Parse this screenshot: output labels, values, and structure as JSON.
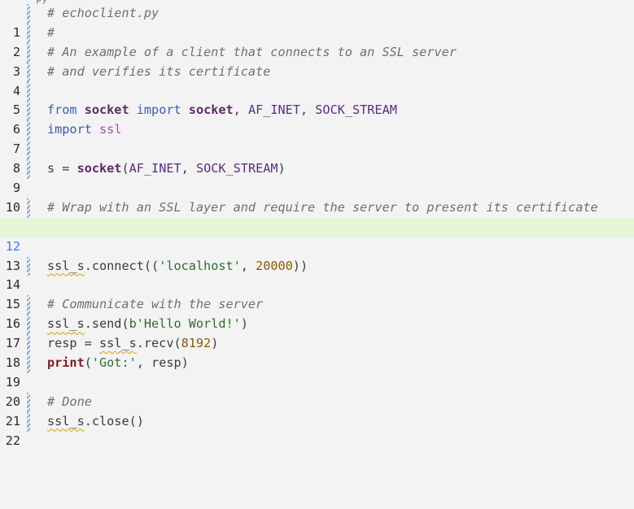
{
  "header": {
    "partial": "py"
  },
  "lines": [
    {
      "n": "1",
      "c": "# echoclient.py"
    },
    {
      "n": "2",
      "c": "#"
    },
    {
      "n": "3",
      "c": "# An example of a client that connects to an SSL server"
    },
    {
      "n": "4",
      "c": "# and verifies its certificate"
    },
    {
      "n": "5",
      "c": ""
    },
    {
      "n": "6",
      "kw1": "from",
      "mod": "socket",
      "kw2": "import",
      "fn": "socket",
      "c1": "AF_INET",
      "c2": "SOCK_STREAM"
    },
    {
      "n": "7",
      "kw": "import",
      "mod": "ssl"
    },
    {
      "n": "8",
      "c": ""
    },
    {
      "n": "9",
      "var": "s",
      "fn": "socket",
      "c1": "AF_INET",
      "c2": "SOCK_STREAM"
    },
    {
      "n": "10",
      "c": ""
    },
    {
      "n": "11",
      "c": "# Wrap with an SSL layer and require the server to present its certificate"
    },
    {
      "n": "12",
      "c": ""
    },
    {
      "n": "13",
      "c": ""
    },
    {
      "n": "14",
      "obj": "ssl_s",
      "meth": "connect",
      "str": "'localhost'",
      "num": "20000"
    },
    {
      "n": "15",
      "c": ""
    },
    {
      "n": "16",
      "c": "# Communicate with the server"
    },
    {
      "n": "17",
      "obj": "ssl_s",
      "meth": "send",
      "str": "b'Hello World!'"
    },
    {
      "n": "18",
      "var": "resp",
      "obj": "ssl_s",
      "meth": "recv",
      "num": "8192"
    },
    {
      "n": "19",
      "fn": "print",
      "str": "'Got:'",
      "var": "resp"
    },
    {
      "n": "20",
      "c": ""
    },
    {
      "n": "21",
      "c": "# Done"
    },
    {
      "n": "22",
      "obj": "ssl_s",
      "meth": "close"
    }
  ],
  "colors": {
    "background": "#f3f3f3",
    "current_line": "#e6f5d8",
    "keyword": "#3b5ea6",
    "comment": "#6f6f6f",
    "string": "#2f6d2f",
    "number": "#8b5a00"
  }
}
